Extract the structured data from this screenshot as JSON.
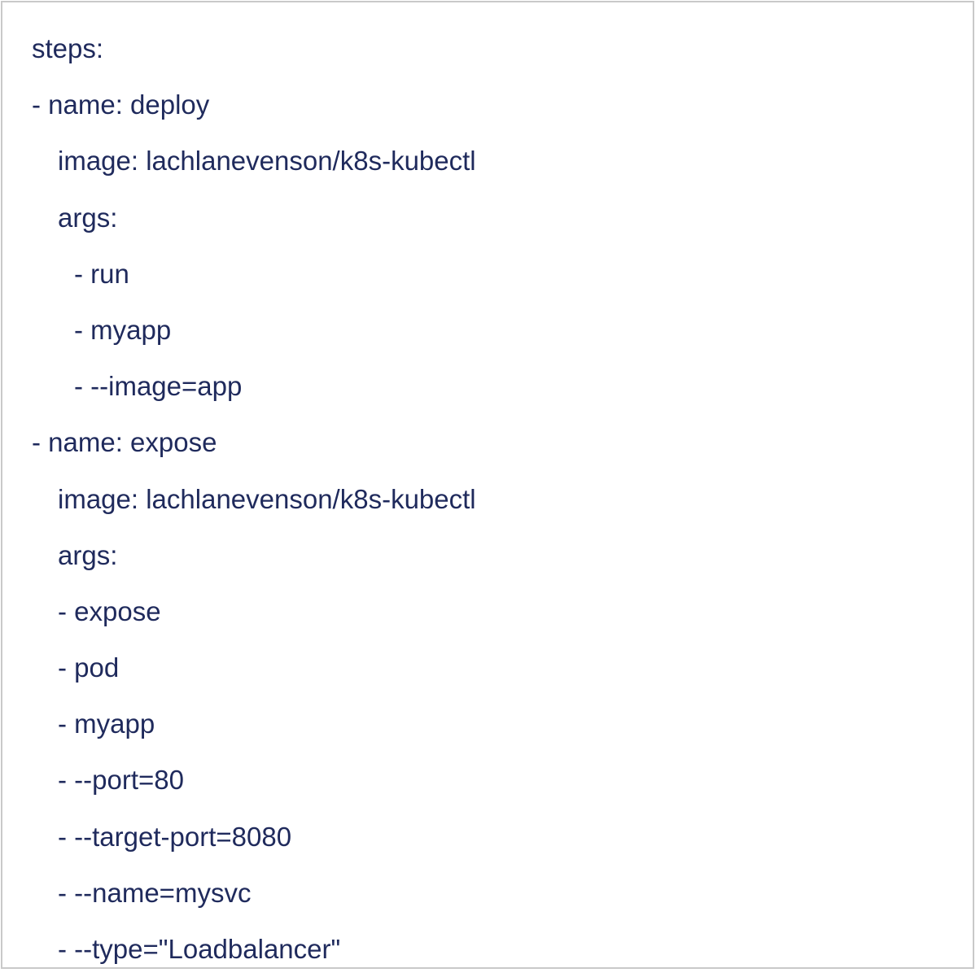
{
  "code_lines": [
    {
      "text": "steps:",
      "indent": 0
    },
    {
      "text": "- name: deploy",
      "indent": 0
    },
    {
      "text": "image: lachlanevenson/k8s-kubectl",
      "indent": 1
    },
    {
      "text": "args:",
      "indent": 1
    },
    {
      "text": "- run",
      "indent": 2
    },
    {
      "text": "- myapp",
      "indent": 2
    },
    {
      "text": "- --image=app",
      "indent": 2
    },
    {
      "text": "- name: expose",
      "indent": 0
    },
    {
      "text": "image: lachlanevenson/k8s-kubectl",
      "indent": 1
    },
    {
      "text": "args:",
      "indent": 1
    },
    {
      "text": "- expose",
      "indent": 1
    },
    {
      "text": "- pod",
      "indent": 1
    },
    {
      "text": "- myapp",
      "indent": 1
    },
    {
      "text": "- --port=80",
      "indent": 1
    },
    {
      "text": "- --target-port=8080",
      "indent": 1
    },
    {
      "text": "- --name=mysvc",
      "indent": 1
    },
    {
      "text": "- --type=\"Loadbalancer\"",
      "indent": 1
    }
  ]
}
